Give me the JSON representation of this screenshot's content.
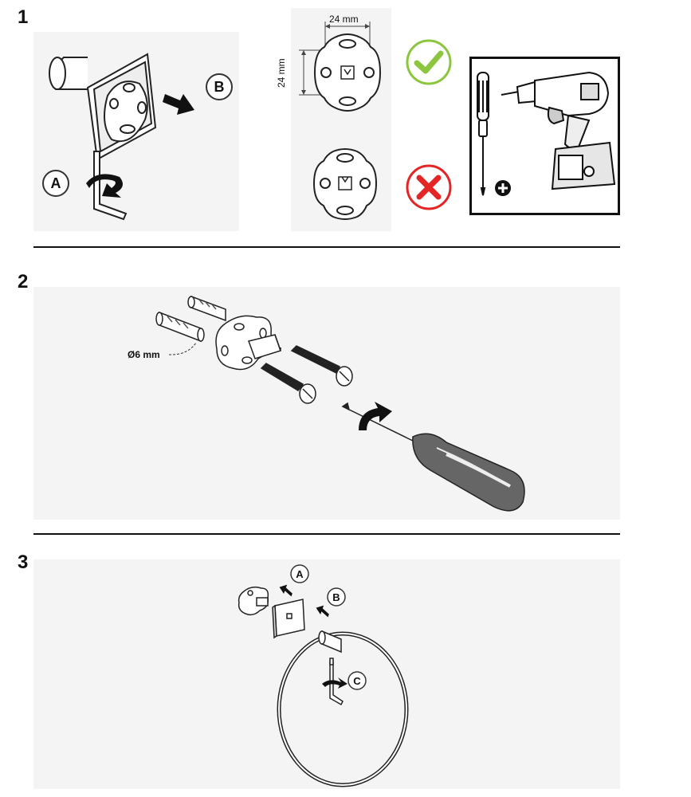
{
  "steps": [
    {
      "number": "1"
    },
    {
      "number": "2"
    },
    {
      "number": "3"
    }
  ],
  "step1": {
    "label_a": "A",
    "label_b": "B",
    "dim_width": "24 mm",
    "dim_height": "24 mm",
    "correct_icon": "check-icon",
    "wrong_icon": "cross-icon",
    "correct_color": "#8cc63f",
    "wrong_color": "#e32526",
    "tools": [
      "screwdriver-icon",
      "plus-icon",
      "drill-icon"
    ]
  },
  "step2": {
    "diameter_label": "Ø6 mm"
  },
  "step3": {
    "label_a": "A",
    "label_b": "B",
    "label_c": "C"
  }
}
